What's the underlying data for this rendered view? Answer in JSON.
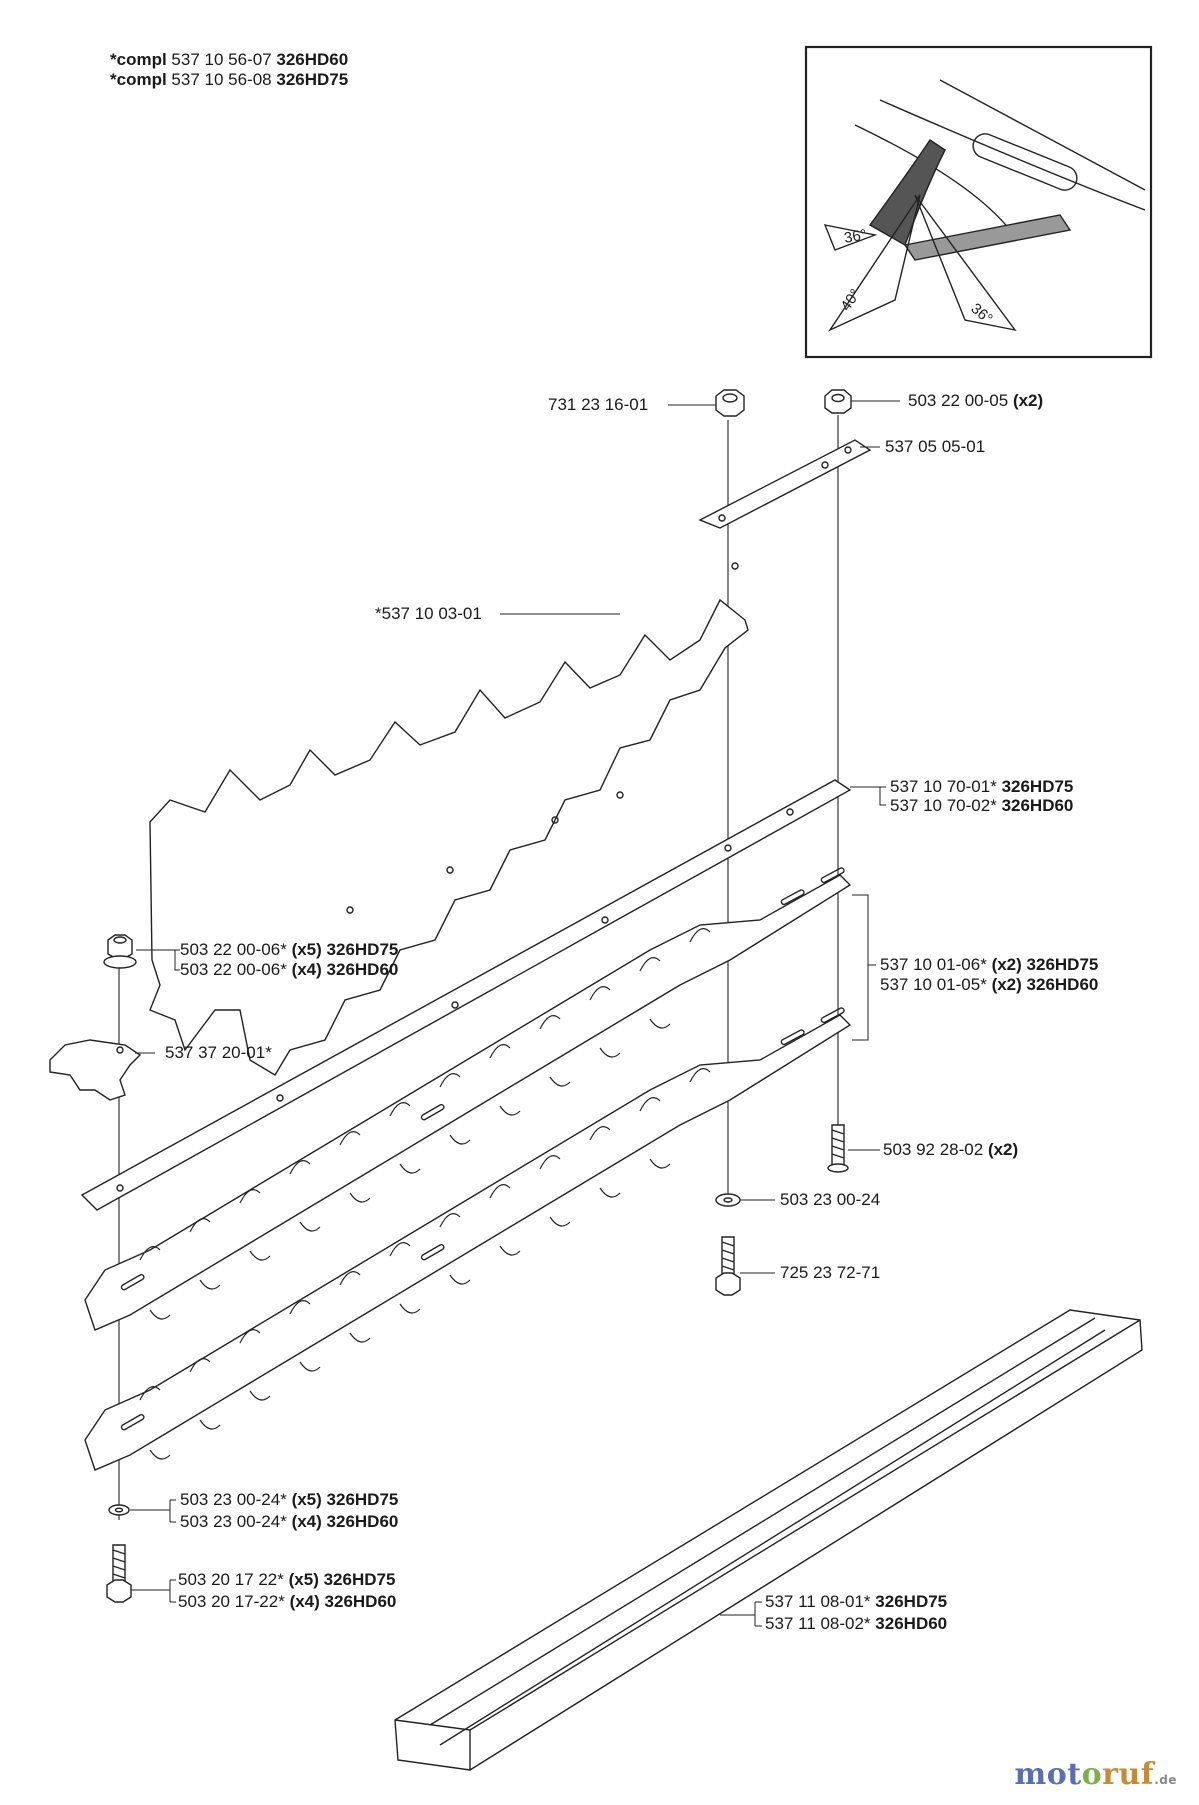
{
  "header": [
    {
      "prefix": "*compl",
      "num": "537 10 56-07",
      "model": "326HD60"
    },
    {
      "prefix": "*compl",
      "num": "537 10 56-08",
      "model": "326HD75"
    }
  ],
  "inset": {
    "angles": [
      "36°",
      "40°",
      "36°"
    ]
  },
  "parts": {
    "nut_single": {
      "num": "731 23 16-01"
    },
    "nut_pair": {
      "num": "503 22 00-05",
      "qty": "(x2)"
    },
    "spacer_plate": {
      "num": "537 05 05-01"
    },
    "top_blade": {
      "num": "*537 10 03-01"
    },
    "guide_bar_a": {
      "num": "537 10 70-01*",
      "model": "326HD75"
    },
    "guide_bar_b": {
      "num": "537 10 70-02*",
      "model": "326HD60"
    },
    "flange_nut_a": {
      "num": "503 22 00-06*",
      "qty": "(x5)",
      "model": "326HD75"
    },
    "flange_nut_b": {
      "num": "503 22 00-06*",
      "qty": "(x4)",
      "model": "326HD60"
    },
    "blade_a": {
      "num": "537 10 01-06*",
      "qty": "(x2)",
      "model": "326HD75"
    },
    "blade_b": {
      "num": "537 10 01-05*",
      "qty": "(x2)",
      "model": "326HD60"
    },
    "guide_clip": {
      "num": "537 37 20-01*"
    },
    "screw_pair": {
      "num": "503 92 28-02",
      "qty": "(x2)"
    },
    "washer": {
      "num": "503 23 00-24"
    },
    "bolt": {
      "num": "725 23 72-71"
    },
    "washer_a": {
      "num": "503 23 00-24*",
      "qty": "(x5)",
      "model": "326HD75"
    },
    "washer_b": {
      "num": "503 23 00-24*",
      "qty": "(x4)",
      "model": "326HD60"
    },
    "screw_a": {
      "num": "503 20 17 22*",
      "qty": "(x5)",
      "model": "326HD75"
    },
    "screw_b": {
      "num": "503 20 17-22*",
      "qty": "(x4)",
      "model": "326HD60"
    },
    "cover_a": {
      "num": "537 11 08-01*",
      "model": "326HD75"
    },
    "cover_b": {
      "num": "537 11 08-02*",
      "model": "326HD60"
    }
  },
  "watermark": {
    "a": "mot",
    "b": "o",
    "c": "ruf",
    "d": ".de"
  }
}
